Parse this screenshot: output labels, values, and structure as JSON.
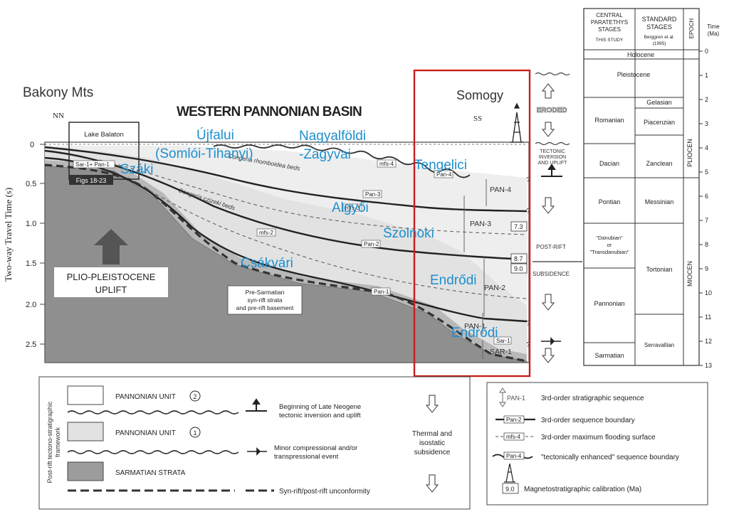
{
  "section": {
    "left_region": "Bakony Mts",
    "basin_title": "WESTERN PANNONIAN BASIN",
    "right_region": "Somogy",
    "nn_label": "NN",
    "lake": "Lake Balaton",
    "figs": "Figs 18-23",
    "ss_label": "SS",
    "y_axis_label": "Two-way Travel Time (s)",
    "y_ticks": [
      "0",
      "0.5",
      "1.0",
      "1.5",
      "2.0",
      "2.5"
    ],
    "uplift_label_1": "PLIO-PLEISTOCENE",
    "uplift_label_2": "UPLIFT",
    "basement_1": "Pre-Sarmatian",
    "basement_2": "syn-rift strata",
    "basement_3": "and pre-rift basement",
    "beds_rhomboidea": "Congeria rhomboidea beds",
    "beds_czizeki": "Congeria czjzeki beds",
    "sar_pan": "Sar-1+ Pan-1",
    "boundaries": {
      "pan4": "Pan-4",
      "pan3": "Pan-3",
      "pan2": "Pan-2",
      "pan1": "Pan-1",
      "mfs4": "mfs-4",
      "mfs3": "mfs-3",
      "mfs2": "mfs-2",
      "sar1": "Sar-1"
    },
    "sequences": {
      "pan4": "PAN-4",
      "pan3": "PAN-3",
      "pan2": "PAN-2",
      "pan1": "PAN-1",
      "sar1": "SAR-1"
    },
    "ages": {
      "a1": "7.3",
      "a2": "8.7",
      "a3": "9.0"
    },
    "question_mark": "?"
  },
  "formations": {
    "ujfalui_1": "Újfalui",
    "ujfalui_2": "(Somlói-Tihanyi)",
    "nagyalfoldi_1": "Nagyalföldi",
    "nagyalfoldi_2": "-Zagyvai",
    "tengelici": "Tengelici",
    "szaki": "Száki",
    "algyoi": "Algyői",
    "szolnoki": "Szolnoki",
    "csakvari": "Csákvári",
    "endrodi_1": "Endrődi",
    "endrodi_2": "Endrődi"
  },
  "tectonics": {
    "eroded": "ERODED",
    "inversion_1": "TECTONIC",
    "inversion_2": "INVERSION",
    "inversion_3": "AND UPLIFT",
    "post_rift": "POST-RIFT",
    "subsidence": "SUBSIDENCE"
  },
  "stages": {
    "col_central_1": "CENTRAL",
    "col_central_2": "PARATETHYS",
    "col_central_3": "STAGES",
    "col_central_4": "THIS STUDY",
    "col_standard_1": "STANDARD",
    "col_standard_2": "STAGES",
    "col_standard_3": "Berggren et al.",
    "col_standard_4": "(1995)",
    "col_epoch": "EPOCH",
    "time_1": "Time",
    "time_2": "(Ma)",
    "holocene": "Holocene",
    "pleistocene": "Pleistocene",
    "romanian": "Romanian",
    "dacian": "Dacian",
    "pontian": "Pontian",
    "danubian_1": "\"Danubian\"",
    "danubian_2": "or",
    "danubian_3": "\"Transdanubian\"",
    "pannonian": "Pannonian",
    "sarmatian": "Sarmatian",
    "gelasian": "Gelasian",
    "piacenzian": "Piacenzian",
    "zanclean": "Zanclean",
    "messinian": "Messinian",
    "tortonian": "Tortonian",
    "serravallian": "Serravallian",
    "pliocen": "PLIOCEN",
    "miocen": "MIOCEN",
    "ticks": [
      "0",
      "1",
      "2",
      "3",
      "4",
      "5",
      "6",
      "7",
      "8",
      "9",
      "10",
      "11",
      "12",
      "13"
    ]
  },
  "legend_left": {
    "framework_1": "Post-rift tectono-stratigraphic",
    "framework_2": "framework",
    "unit2_a": "PANNONIAN UNIT",
    "unit2_num": "2",
    "unit1_a": "PANNONIAN UNIT",
    "unit1_num": "1",
    "sarmatian": "SARMATIAN STRATA",
    "unconformity": "Syn-rift/post-rift unconformity",
    "inversion_1": "Beginning of Late Neogene",
    "inversion_2": "tectonic inversion and uplift",
    "minor_1": "Minor compressional and/or",
    "minor_2": "transpressional event",
    "thermal_1": "Thermal and",
    "thermal_2": "isostatic",
    "thermal_3": "subsidence"
  },
  "legend_right": {
    "seq_tag": "PAN-1",
    "seq": "3rd-order stratigraphic sequence",
    "sb_tag": "Pan-2",
    "sb": "3rd-order sequence boundary",
    "mfs_tag": "mfs-4",
    "mfs": "3rd-order maximum flooding surface",
    "te_tag": "Pan-4",
    "te": "\"tectonically enhanced\" sequence boundary",
    "mag_tag": "9.0",
    "mag": "Magnetostratigraphic calibration (Ma)"
  },
  "colors": {
    "blue": "#1d8fcf",
    "red": "#c81e1e",
    "light_fill": "#e6e6e6",
    "sarmatian_fill": "#9c9c9c",
    "basement_fill": "#8a8a8a"
  }
}
